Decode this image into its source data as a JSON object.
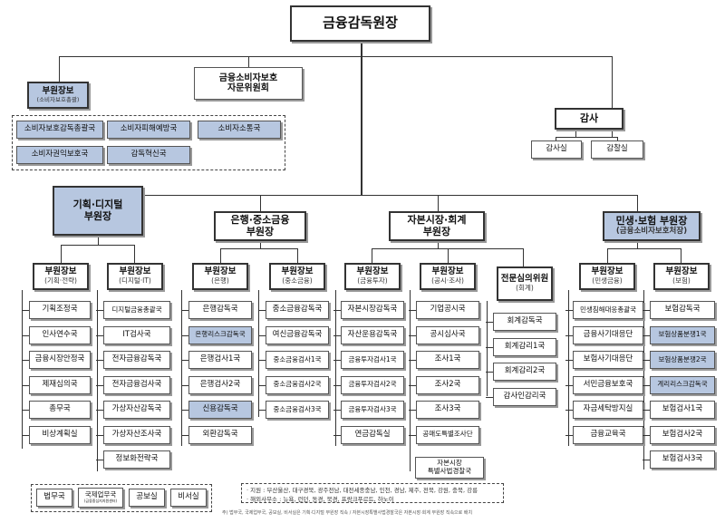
{
  "top": {
    "title": "금융감독원장"
  },
  "advisory": {
    "line1": "금융소비자보호",
    "line2": "자문위원회"
  },
  "consumer_dep": {
    "title": "부원장보",
    "sub": "(소비자보호총괄)",
    "units": [
      "소비자보호감독총괄국",
      "소비자피해예방국",
      "소비자소통국",
      "소비자권익보호국",
      "감독혁신국"
    ]
  },
  "audit": {
    "title": "감사",
    "units": [
      "감사실",
      "감찰실"
    ]
  },
  "vp_planning": {
    "line1": "기획·디지털",
    "line2": "부원장"
  },
  "vp_banking": {
    "line1": "은행·중소금융",
    "line2": "부원장"
  },
  "vp_capital": {
    "line1": "자본시장·회계",
    "line2": "부원장"
  },
  "vp_insurance": {
    "line1": "민생·보험 부원장",
    "line2": "(금융소비자보호처장)"
  },
  "columns": [
    {
      "title": "부원장보",
      "sub": "(기획·전략)",
      "units": [
        "기획조정국",
        "인사연수국",
        "금융시장안정국",
        "제재심의국",
        "총무국",
        "비상계획실"
      ]
    },
    {
      "title": "부원장보",
      "sub": "(디지털·IT)",
      "units": [
        "디지털금융총괄국",
        "IT검사국",
        "전자금융감독국",
        "전자금융검사국",
        "가상자산감독국",
        "가상자산조사국",
        "정보화전략국"
      ]
    },
    {
      "title": "부원장보",
      "sub": "(은행)",
      "units": [
        "은행감독국",
        "은행리스크감독국",
        "은행검사1국",
        "은행검사2국",
        "신용감독국",
        "외환감독국"
      ]
    },
    {
      "title": "부원장보",
      "sub": "(중소금융)",
      "units": [
        "중소금융감독국",
        "여신금융감독국",
        "중소금융검사1국",
        "중소금융검사2국",
        "중소금융검사3국"
      ]
    },
    {
      "title": "부원장보",
      "sub": "(금융투자)",
      "units": [
        "자본시장감독국",
        "자산운용감독국",
        "금융투자검사1국",
        "금융투자검사2국",
        "금융투자검사3국",
        "연금감독실"
      ]
    },
    {
      "title": "부원장보",
      "sub": "(공시·조사)",
      "units": [
        "기업공시국",
        "공시심사국",
        "조사1국",
        "조사2국",
        "조사3국",
        "공매도특별조사단"
      ]
    },
    {
      "title": "전문심의위원",
      "sub": "(회계)",
      "units": [
        "회계감독국",
        "회계감리1국",
        "회계감리2국",
        "감사인감리국"
      ]
    },
    {
      "title": "부원장보",
      "sub": "(민생금융)",
      "units": [
        "민생침해대응총괄국",
        "금융사기대응단",
        "보험사기대응단",
        "서민금융보호국",
        "자금세탁방지실",
        "금융교육국"
      ]
    },
    {
      "title": "부원장보",
      "sub": "(보험)",
      "units": [
        "보험감독국",
        "보험상품분쟁1국",
        "보험상품분쟁2국",
        "계리리스크감독국",
        "보험검사1국",
        "보험검사2국",
        "보험검사3국"
      ]
    }
  ],
  "special_unit": {
    "line1": "자본시장",
    "line2": "특별사법경찰국"
  },
  "bottom_units": {
    "legal": "법무국",
    "intl": "국제업무국",
    "intl_sub": "(금융중심지지원센터)",
    "pr": "공보실",
    "secretary": "비서실"
  },
  "notes": {
    "line1": "· 지원 : 부산울산, 대구경북, 광주전남, 대전세종충남, 인천, 경남, 제주, 전북, 강원, 충북, 강릉",
    "line2": "· 해외사무소 : 뉴욕, 런던, 동경, 북경, 프랑크푸르트, 하노이",
    "footnote": "주) 법무국, 국제업무국, 공보실, 비서실은 기획·디지털 부원장 직속 / 자본시장특별사법경찰국은 자본시장·회계 부원장 직속으로 배치"
  },
  "highlight_color": "#b7c7e0"
}
